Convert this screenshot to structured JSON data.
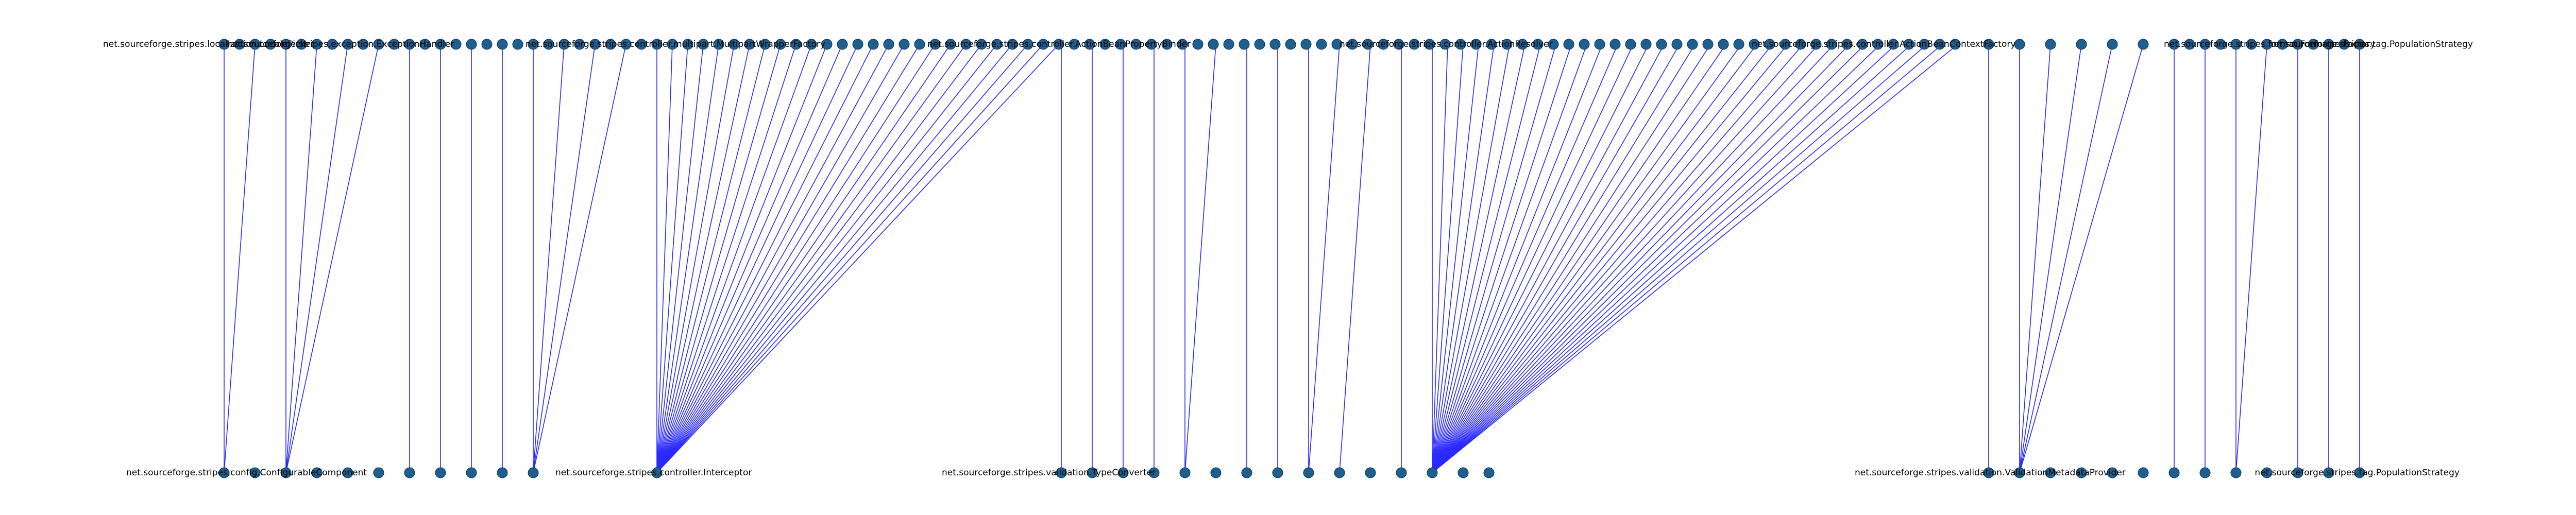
{
  "top_labels": [
    "net.sourceforge.stripes.localization.LocalePicker",
    "net.sourceforge.stripes.exception.ExceptionHandler",
    "net.sourceforge.stripes.controller.multipart.MultipartWrapperFactory",
    "net.sourceforge.stripes.controller.ActionBeanPropertyBinder",
    "net.sourceforge.stripes.controller.ActionResolver",
    "net.sourceforge.stripes.controller.ActionBeanContextFactory",
    "net.sourceforge.stripes.format.FormatterFactory",
    "net.sourceforge.stripes.tag.PopulationStrategy"
  ],
  "bottom_labels": [
    "net.sourceforge.stripes.config.ConfigurableComponent",
    "net.sourceforge.stripes.controller.Interceptor",
    "net.sourceforge.stripes.validation.TypeConverter",
    "net.sourceforge.stripes.validation.ValidationMetadataProvider",
    "net.sourceforge.stripes.tag.PopulationStrategy"
  ],
  "colors": {
    "edge": "#2a2aff",
    "node": "#1f5f8f",
    "label": "#000000"
  }
}
